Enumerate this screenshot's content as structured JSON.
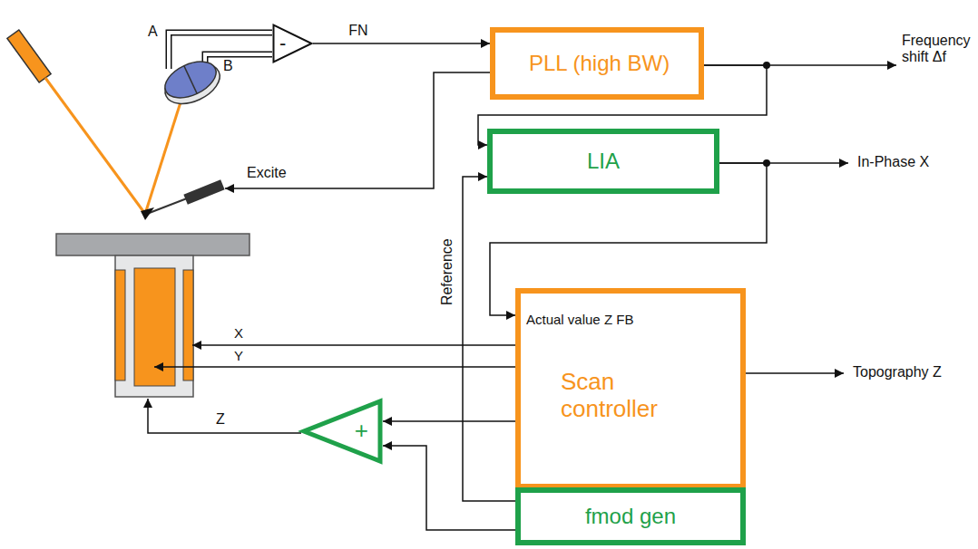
{
  "diagram": {
    "nodes": [
      {
        "text": [
          "-"
        ]
      },
      {
        "text": [
          "PLL (high BW)"
        ]
      },
      {
        "text": [
          "LIA"
        ]
      },
      {
        "text": [
          "Actual value Z FB",
          "Scan controller"
        ]
      },
      {
        "text": [
          "+"
        ]
      },
      {
        "text": [
          "fmod gen"
        ]
      }
    ],
    "edges": [
      {
        "from": 0,
        "to": 1,
        "arrow": "to",
        "label": "FN"
      },
      {
        "from": 1,
        "to": 2,
        "arrow": "to"
      },
      {
        "from": 2,
        "to": 3,
        "arrow": "to"
      },
      {
        "from": 3,
        "to": 4,
        "arrow": "to"
      },
      {
        "from": 5,
        "to": 4,
        "arrow": "to"
      },
      {
        "from": 5,
        "to": 2,
        "arrow": "to",
        "label": "Reference"
      }
    ],
    "labels": [
      "A",
      "B",
      "Frequency shift Δf",
      "Excite",
      "In-Phase X",
      "X",
      "Y",
      "Topography Z",
      "Z"
    ]
  }
}
